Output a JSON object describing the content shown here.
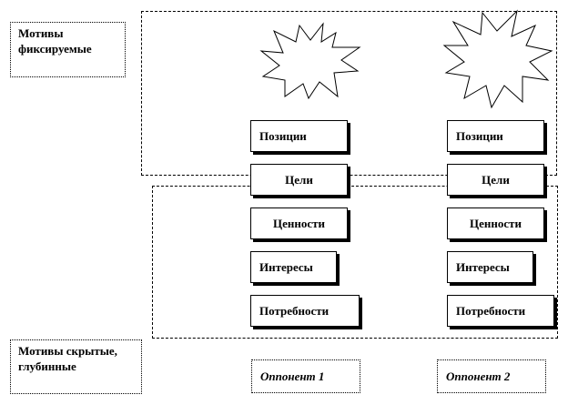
{
  "labels": {
    "fixed_motives": "Мотивы фиксируемые",
    "hidden_motives": "Мотивы скрытые, глубинные"
  },
  "opponent1": {
    "positions": "Позиции",
    "goals": "Цели",
    "values": "Ценности",
    "interests": "Интересы",
    "needs": "Потребности",
    "name": "Оппонент 1"
  },
  "opponent2": {
    "positions": "Позиции",
    "goals": "Цели",
    "values": "Ценности",
    "interests": "Интересы",
    "needs": "Потребности",
    "name": "Оппонент 2"
  },
  "icons": {
    "conflict_left": "burst-icon",
    "conflict_right": "burst-icon"
  }
}
